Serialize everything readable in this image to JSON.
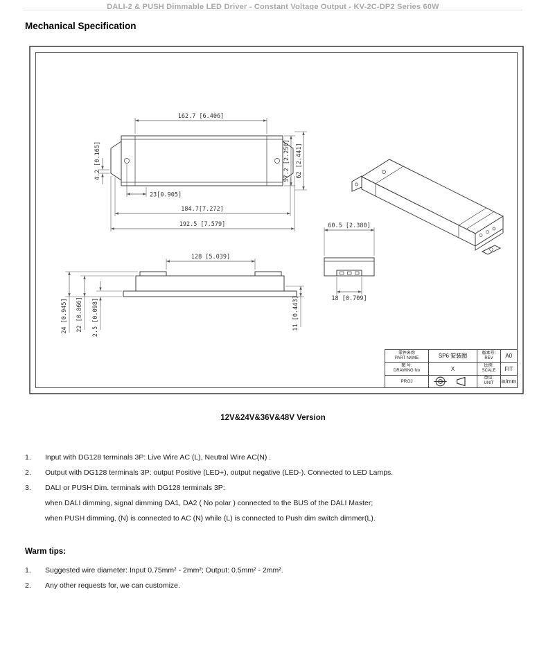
{
  "header": {
    "title": "DALI-2 & PUSH Dimmable LED Driver - Constant Voltage Output - KV-2C-DP2 Series 60W"
  },
  "section_title": "Mechanical Specification",
  "drawing": {
    "dims": {
      "top_width": "162.7 [6.406]",
      "body_height": "57.2 [2.250]",
      "overall_height": "62 [2.441]",
      "ear_thickness": "4.2 [0.165]",
      "hole_offset": "23[0.905]",
      "mount_width": "184.7[7.272]",
      "overall_width": "192.5 [7.579]",
      "base_width": "128 [5.039]",
      "side_overall_height": "24 [0.945]",
      "side_body_height": "22 [0.866]",
      "side_plate_height": "2.5 [0.098]",
      "side_end_height": "11 [0.443]",
      "end_width": "60.5 [2.380]",
      "terminal_width": "18 [0.709]"
    },
    "titleblock": {
      "part_name_label_cn": "零件名称",
      "part_name_label_en": "PART NAME",
      "part_name_value": "SP6 安装图",
      "rev_label_cn": "版本号:",
      "rev_label_en": "REV",
      "rev_value": "A0",
      "drawing_no_label_cn": "图 号:",
      "drawing_no_label_en": "DRAWING No",
      "drawing_no_value": "X",
      "scale_label_cn": "比例:",
      "scale_label_en": "SCALE",
      "scale_value": "FIT",
      "proj_label": "PROJ",
      "unit_label_cn": "单位:",
      "unit_label_en": "UNIT",
      "unit_value": "in/mm"
    }
  },
  "version_label": "12V&24V&36V&48V Version",
  "notes": [
    {
      "num": "1.",
      "lines": [
        "Input with DG128 terminals 3P: Live Wire AC (L), Neutral Wire AC(N) ."
      ]
    },
    {
      "num": "2.",
      "lines": [
        "Output with DG128 terminals 3P: output Positive (LED+), output negative (LED-). Connected to LED Lamps."
      ]
    },
    {
      "num": "3.",
      "lines": [
        "DALI or PUSH Dim. terminals with DG128 terminals 3P:",
        "when DALI dimming, signal dimming DA1, DA2 ( No polar ) connected to the BUS of the DALI Master;",
        "when PUSH dimming, (N) is connected to AC (N) while (L) is connected to Push dim switch dimmer(L)."
      ]
    }
  ],
  "warm_tips": {
    "title": "Warm tips:",
    "items": [
      {
        "num": "1.",
        "text": "Suggested wire diameter: Input 0.75mm² - 2mm²; Output: 0.5mm² - 2mm²."
      },
      {
        "num": "2.",
        "text": "Any other requests for, we can customize."
      }
    ]
  }
}
